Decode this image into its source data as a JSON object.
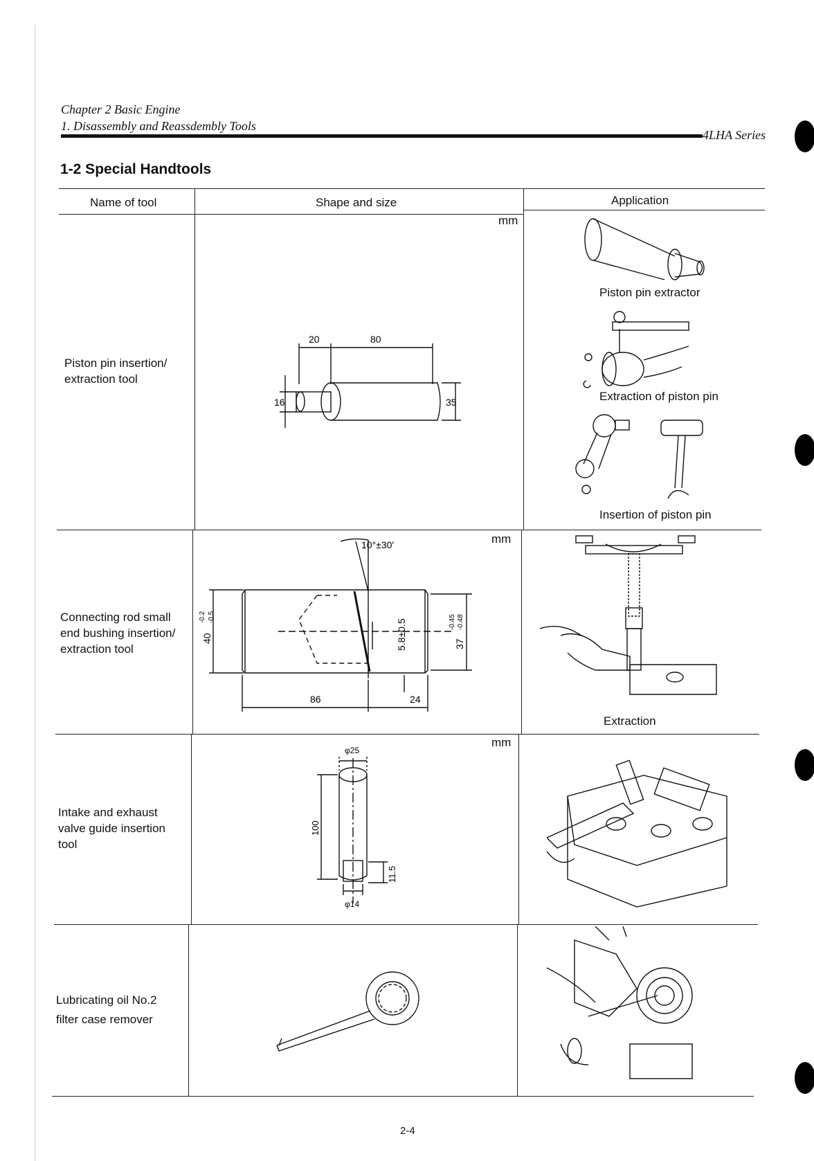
{
  "header": {
    "chapter": "Chapter 2 Basic Engine",
    "subtitle": "1. Disassembly and Reassdembly Tools",
    "series": "4LHA Series"
  },
  "section_title": "1-2 Special Handtools",
  "columns": [
    "Name of tool",
    "Shape and size",
    "Application"
  ],
  "rows": [
    {
      "name_lines": [
        "Piston pin insertion/",
        "extraction tool"
      ],
      "unit": "mm",
      "dimensions": [
        "20",
        "80",
        "16",
        "35"
      ],
      "captions": [
        "Piston pin extractor",
        "Extraction of piston pin",
        "Insertion of piston pin"
      ]
    },
    {
      "name_lines": [
        "Connecting rod small",
        "end bushing insertion/",
        "extraction tool"
      ],
      "unit": "mm",
      "dimensions": [
        "10°±30′",
        "40",
        "-0.2",
        "-0.5",
        "5.8±0.5",
        "37",
        "-0.45",
        "-0.48",
        "86",
        "24"
      ],
      "captions": [
        "Extraction"
      ]
    },
    {
      "name_lines": [
        "Intake and exhaust",
        "valve guide insertion",
        "tool"
      ],
      "unit": "mm",
      "dimensions": [
        "φ25",
        "100",
        "11.5",
        "φ14"
      ],
      "captions": []
    },
    {
      "name_lines": [
        "Lubricating oil No.2",
        "filter case remover"
      ],
      "unit": "",
      "dimensions": [],
      "captions": []
    }
  ],
  "page_number": "2-4"
}
